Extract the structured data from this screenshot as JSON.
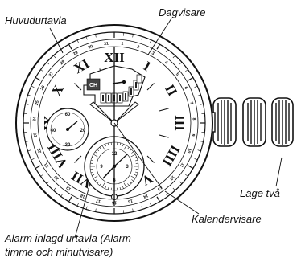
{
  "labels": {
    "main_dial": "Huvudurtavla",
    "day_indicator": "Dagvisare",
    "crown_position": "Läge två",
    "calendar_hand": "Kalendervisare",
    "alarm_dial_line1": "Alarm inlagd urtavla (Alarm",
    "alarm_dial_line2": "timme och minutvisare)"
  },
  "roman_numerals": [
    "XII",
    "I",
    "II",
    "III",
    "IIII",
    "V",
    "VI",
    "VII",
    "VIII",
    "IX",
    "X",
    "XI"
  ],
  "calendar_numbers": [
    "1",
    "2",
    "3",
    "4",
    "5",
    "6",
    "7",
    "8",
    "9",
    "10",
    "11",
    "12",
    "13",
    "14",
    "15",
    "16",
    "17",
    "18",
    "19",
    "20",
    "21",
    "22",
    "23",
    "24",
    "25",
    "26",
    "27",
    "28",
    "29",
    "30",
    "31"
  ],
  "sub_dial_marks": {
    "top": "60",
    "bottom": "30",
    "right": "20",
    "left": "40"
  },
  "alarm_dial_marks": [
    "12",
    "3",
    "6",
    "9"
  ],
  "day_window_text": "CH"
}
